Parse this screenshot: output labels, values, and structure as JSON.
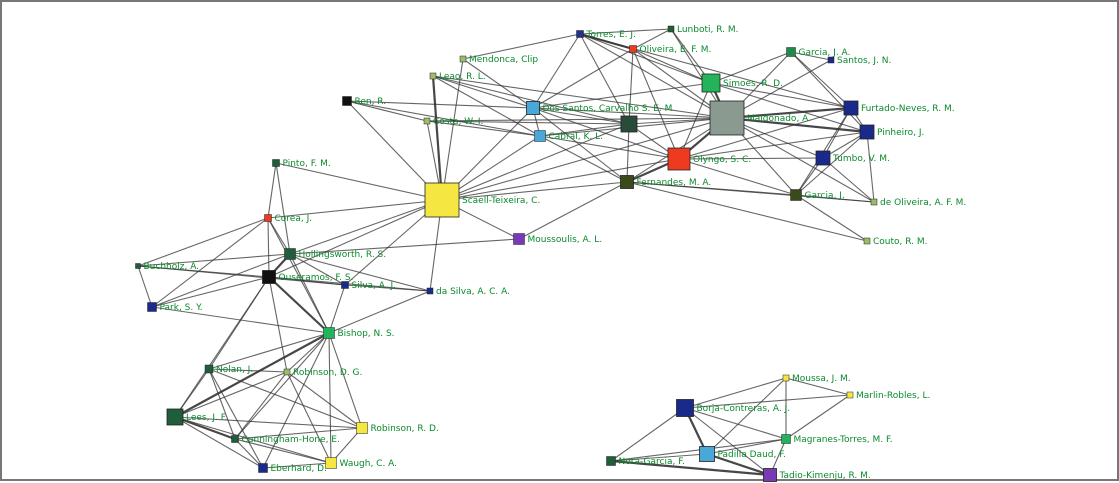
{
  "network": {
    "nodes": [
      {
        "id": "torres",
        "label": "Torres, E. J.",
        "color": "#22338a"
      },
      {
        "id": "lunboti",
        "label": "Lunboti, R. M.",
        "color": "#1f5e3a"
      },
      {
        "id": "oliveira_efm",
        "label": "Oliveira, E. F. M.",
        "color": "#ee3a1f"
      },
      {
        "id": "mendonca",
        "label": "Mendonca, Clip",
        "color": "#9bbd6a"
      },
      {
        "id": "garcia_ja",
        "label": "Garcia, J. A.",
        "color": "#1f8a4a"
      },
      {
        "id": "santos_jn",
        "label": "Santos, J. N.",
        "color": "#1a2a8a"
      },
      {
        "id": "leao",
        "label": "Leao, R. L.",
        "color": "#9bbd6a"
      },
      {
        "id": "simoes",
        "label": "Simoes, R. D.",
        "color": "#23b35a"
      },
      {
        "id": "ren",
        "label": "Ren, R.",
        "color": "#111111"
      },
      {
        "id": "dos_santos",
        "label": "Dos Santos, Carvalho S. E. M.",
        "color": "#4aa8d8"
      },
      {
        "id": "maldonado",
        "label": "Maldonado, A.",
        "color": "#8a9a90"
      },
      {
        "id": "furtado",
        "label": "Furtado-Neves, R. M.",
        "color": "#1a2a8a"
      },
      {
        "id": "costa_wi",
        "label": "Costa, W. I.",
        "color": "#9bbd6a"
      },
      {
        "id": "cabral",
        "label": "Cabral, K. L.",
        "color": "#4aa8d8"
      },
      {
        "id": "node_dk",
        "label": "",
        "color": "#2a4a3a"
      },
      {
        "id": "pinheiro",
        "label": "Pinheiro, J.",
        "color": "#1a2a8a"
      },
      {
        "id": "olyngo",
        "label": "Olyngo, S. C.",
        "color": "#ee3a1f"
      },
      {
        "id": "tumbo",
        "label": "Tumbo, V. M.",
        "color": "#1a2a8a"
      },
      {
        "id": "pinto",
        "label": "Pinto, F. M.",
        "color": "#1f5e3a"
      },
      {
        "id": "scaell",
        "label": "Scaell-Teixeira, C.",
        "color": "#f5e642"
      },
      {
        "id": "fernandes",
        "label": "Fernandes, M. A.",
        "color": "#3a4a1a"
      },
      {
        "id": "garcia_j",
        "label": "Garcia, J.",
        "color": "#3a4a1a"
      },
      {
        "id": "de_oliveira",
        "label": "de Oliveira, A. F. M.",
        "color": "#9bbd6a"
      },
      {
        "id": "moussoulis",
        "label": "Moussoulis, A. L.",
        "color": "#7a3ab8"
      },
      {
        "id": "couto",
        "label": "Couto, R. M.",
        "color": "#9bbd6a"
      },
      {
        "id": "corea",
        "label": "Corea, J.",
        "color": "#ee3a1f"
      },
      {
        "id": "hollingsworth",
        "label": "Hollingsworth, R. S.",
        "color": "#1f5e3a"
      },
      {
        "id": "buchholz",
        "label": "Buchholz, A.",
        "color": "#1f5e3a"
      },
      {
        "id": "ouseramos",
        "label": "Ouseramos, F. S.",
        "color": "#111111"
      },
      {
        "id": "silva_aj",
        "label": "Silva, A. J.",
        "color": "#1a2a8a"
      },
      {
        "id": "da_silva",
        "label": "da Silva, A. C. A.",
        "color": "#1a2a8a"
      },
      {
        "id": "park",
        "label": "Park, S. Y.",
        "color": "#1a2a8a"
      },
      {
        "id": "bishop",
        "label": "Bishop, N. S.",
        "color": "#23b35a"
      },
      {
        "id": "nolan",
        "label": "Nolan, J.",
        "color": "#1f5e3a"
      },
      {
        "id": "robinson_dg",
        "label": "Robinson, D. G.",
        "color": "#9bbd6a"
      },
      {
        "id": "lees",
        "label": "Lees, J. F.",
        "color": "#1f5e3a"
      },
      {
        "id": "robinson_rd",
        "label": "Robinson, R. D.",
        "color": "#f5e642"
      },
      {
        "id": "cunningham",
        "label": "Cunningham-Hone, E.",
        "color": "#1f5e3a"
      },
      {
        "id": "eberhard",
        "label": "Eberhard, D.",
        "color": "#1a2a8a"
      },
      {
        "id": "waugh",
        "label": "Waugh, C. A.",
        "color": "#f5e642"
      },
      {
        "id": "moussa",
        "label": "Moussa, J. M.",
        "color": "#f5e642"
      },
      {
        "id": "marlin",
        "label": "Marlin-Robles, L.",
        "color": "#f5e642"
      },
      {
        "id": "borja",
        "label": "Borja-Contreras, A. J.",
        "color": "#1a2a8a"
      },
      {
        "id": "magranes",
        "label": "Magranes-Torres, M. F.",
        "color": "#23b35a"
      },
      {
        "id": "nora",
        "label": "Nora-Garcia, F.",
        "color": "#1f5e3a"
      },
      {
        "id": "padilla",
        "label": "Padilla Daud, F.",
        "color": "#4aa8d8"
      },
      {
        "id": "tadio",
        "label": "Tadio-Kimenju, R. M.",
        "color": "#7a3ab8"
      }
    ]
  }
}
